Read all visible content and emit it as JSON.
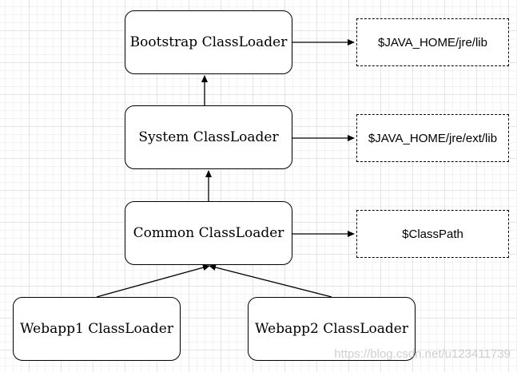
{
  "diagram": {
    "nodes": {
      "bootstrap": "Bootstrap ClassLoader",
      "system": "System ClassLoader",
      "common": "Common ClassLoader",
      "webapp1": "Webapp1 ClassLoader",
      "webapp2": "Webapp2 ClassLoader"
    },
    "paths": {
      "bootstrap_path": "$JAVA_HOME/jre/lib",
      "system_path": "$JAVA_HOME/jre/ext/lib",
      "common_path": "$ClassPath"
    },
    "watermark": "https://blog.csdn.net/u123411739"
  },
  "colors": {
    "line": "#000000",
    "background": "#ffffff",
    "grid": "#e4e4e4",
    "watermark": "#aaaaaa"
  }
}
